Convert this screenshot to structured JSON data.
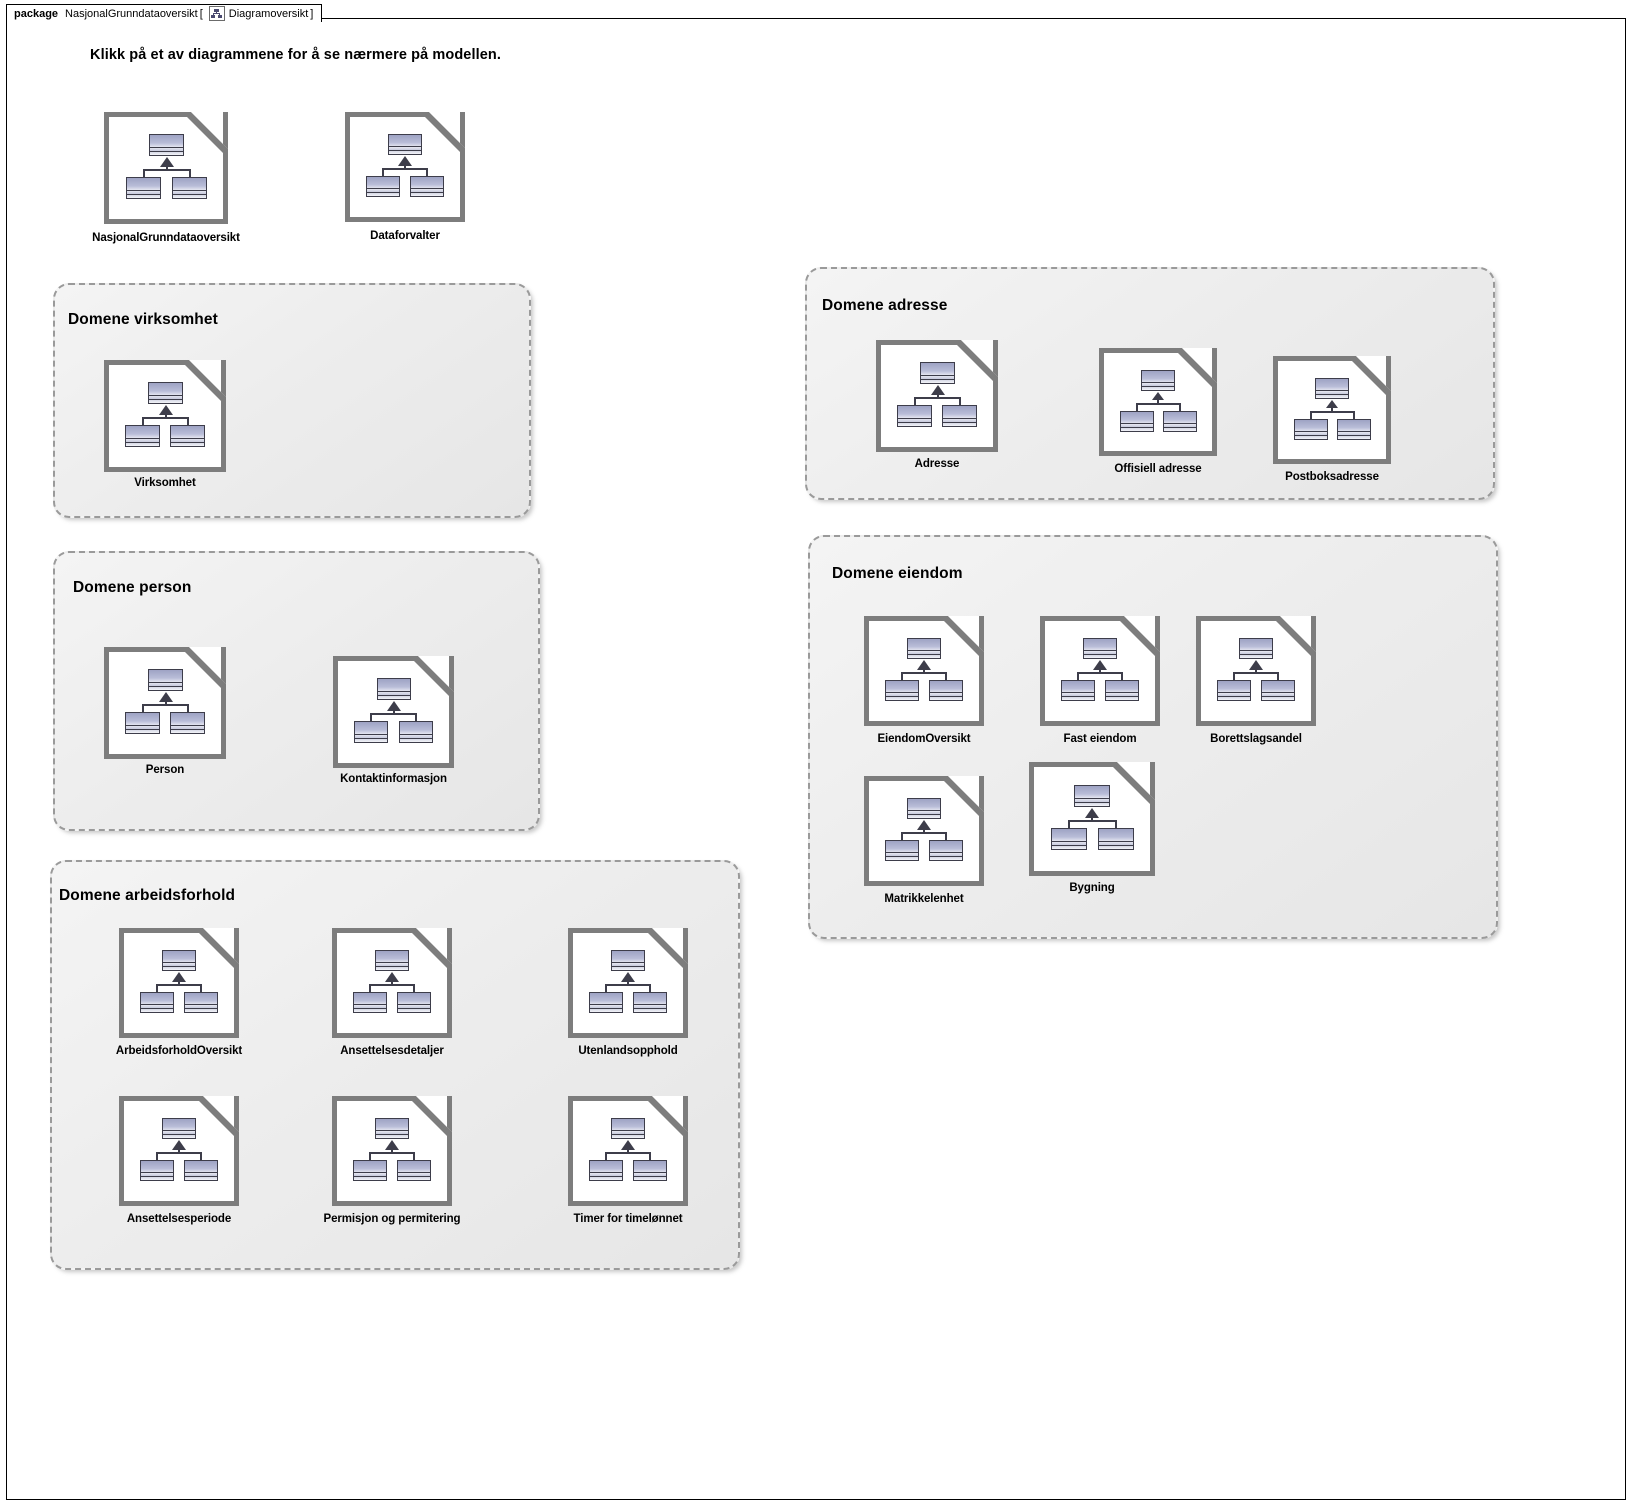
{
  "frame": {
    "keyword": "package",
    "package_name": "NasjonalGrunndataoversikt",
    "bracket_open": "[",
    "diagram_icon": "class-diagram-icon",
    "diagram_name": "Diagramoversikt",
    "bracket_close": "]"
  },
  "headline": "Klikk på et av diagrammene for å se nærmere på modellen.",
  "colors": {
    "frame_border": "#000000",
    "group_border": "#9a9a9a",
    "group_fill": "#efefef",
    "page_border": "#7d7d7d",
    "class_border": "#3d3d4a",
    "class_fill": "#b9bdd8",
    "text": "#000000"
  },
  "top_diagrams": [
    {
      "label": "NasjonalGrunndataoversikt",
      "icon": "class-diagram-page-icon"
    },
    {
      "label": "Dataforvalter",
      "icon": "class-diagram-page-icon"
    }
  ],
  "domains": [
    {
      "id": "virksomhet",
      "title": "Domene virksomhet",
      "diagrams": [
        {
          "label": "Virksomhet",
          "icon": "class-diagram-page-icon"
        }
      ]
    },
    {
      "id": "person",
      "title": "Domene person",
      "diagrams": [
        {
          "label": "Person",
          "icon": "class-diagram-page-icon"
        },
        {
          "label": "Kontaktinformasjon",
          "icon": "class-diagram-page-icon"
        }
      ]
    },
    {
      "id": "arbeidsforhold",
      "title": "Domene arbeidsforhold",
      "diagrams": [
        {
          "label": "ArbeidsforholdOversikt",
          "icon": "class-diagram-page-icon"
        },
        {
          "label": "Ansettelsesdetaljer",
          "icon": "class-diagram-page-icon"
        },
        {
          "label": "Utenlandsopphold",
          "icon": "class-diagram-page-icon"
        },
        {
          "label": "Ansettelsesperiode",
          "icon": "class-diagram-page-icon"
        },
        {
          "label": "Permisjon og permitering",
          "icon": "class-diagram-page-icon"
        },
        {
          "label": "Timer for timelønnet",
          "icon": "class-diagram-page-icon"
        }
      ]
    },
    {
      "id": "adresse",
      "title": "Domene adresse",
      "diagrams": [
        {
          "label": "Adresse",
          "icon": "class-diagram-page-icon"
        },
        {
          "label": "Offisiell adresse",
          "icon": "class-diagram-page-icon"
        },
        {
          "label": "Postboksadresse",
          "icon": "class-diagram-page-icon"
        }
      ]
    },
    {
      "id": "eiendom",
      "title": "Domene eiendom",
      "diagrams": [
        {
          "label": "EiendomOversikt",
          "icon": "class-diagram-page-icon"
        },
        {
          "label": "Fast eiendom",
          "icon": "class-diagram-page-icon"
        },
        {
          "label": "Borettslagsandel",
          "icon": "class-diagram-page-icon"
        },
        {
          "label": "Matrikkelenhet",
          "icon": "class-diagram-page-icon"
        },
        {
          "label": "Bygning",
          "icon": "class-diagram-page-icon"
        }
      ]
    }
  ]
}
